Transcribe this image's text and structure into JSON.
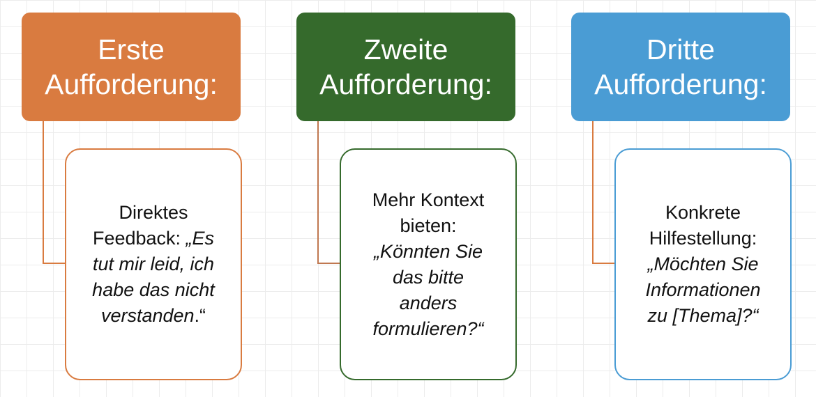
{
  "columns": [
    {
      "header": {
        "line1": "Erste",
        "line2": "Aufforderung:"
      },
      "color": "#d97b40",
      "body": {
        "line1": "Direktes",
        "line2_plain": "Feedback: ",
        "line2_italic": "„Es",
        "line3": "tut mir leid, ich",
        "line4": "habe das nicht",
        "line5_italic": "verstanden",
        "line5_plain": ".“"
      }
    },
    {
      "header": {
        "line1": "Zweite",
        "line2": "Aufforderung:"
      },
      "color": "#356a2c",
      "body": {
        "line1": "Mehr Kontext",
        "line2": "bieten:",
        "line3": "„Könnten Sie",
        "line4": "das bitte",
        "line5": "anders",
        "line6": "formulieren?“"
      }
    },
    {
      "header": {
        "line1": "Dritte",
        "line2": "Aufforderung:"
      },
      "color": "#4a9cd4",
      "body": {
        "line1": "Konkrete",
        "line2": "Hilfestellung:",
        "line3": "„Möchten Sie",
        "line4": "Informationen",
        "line5": "zu [Thema]?“"
      }
    }
  ]
}
